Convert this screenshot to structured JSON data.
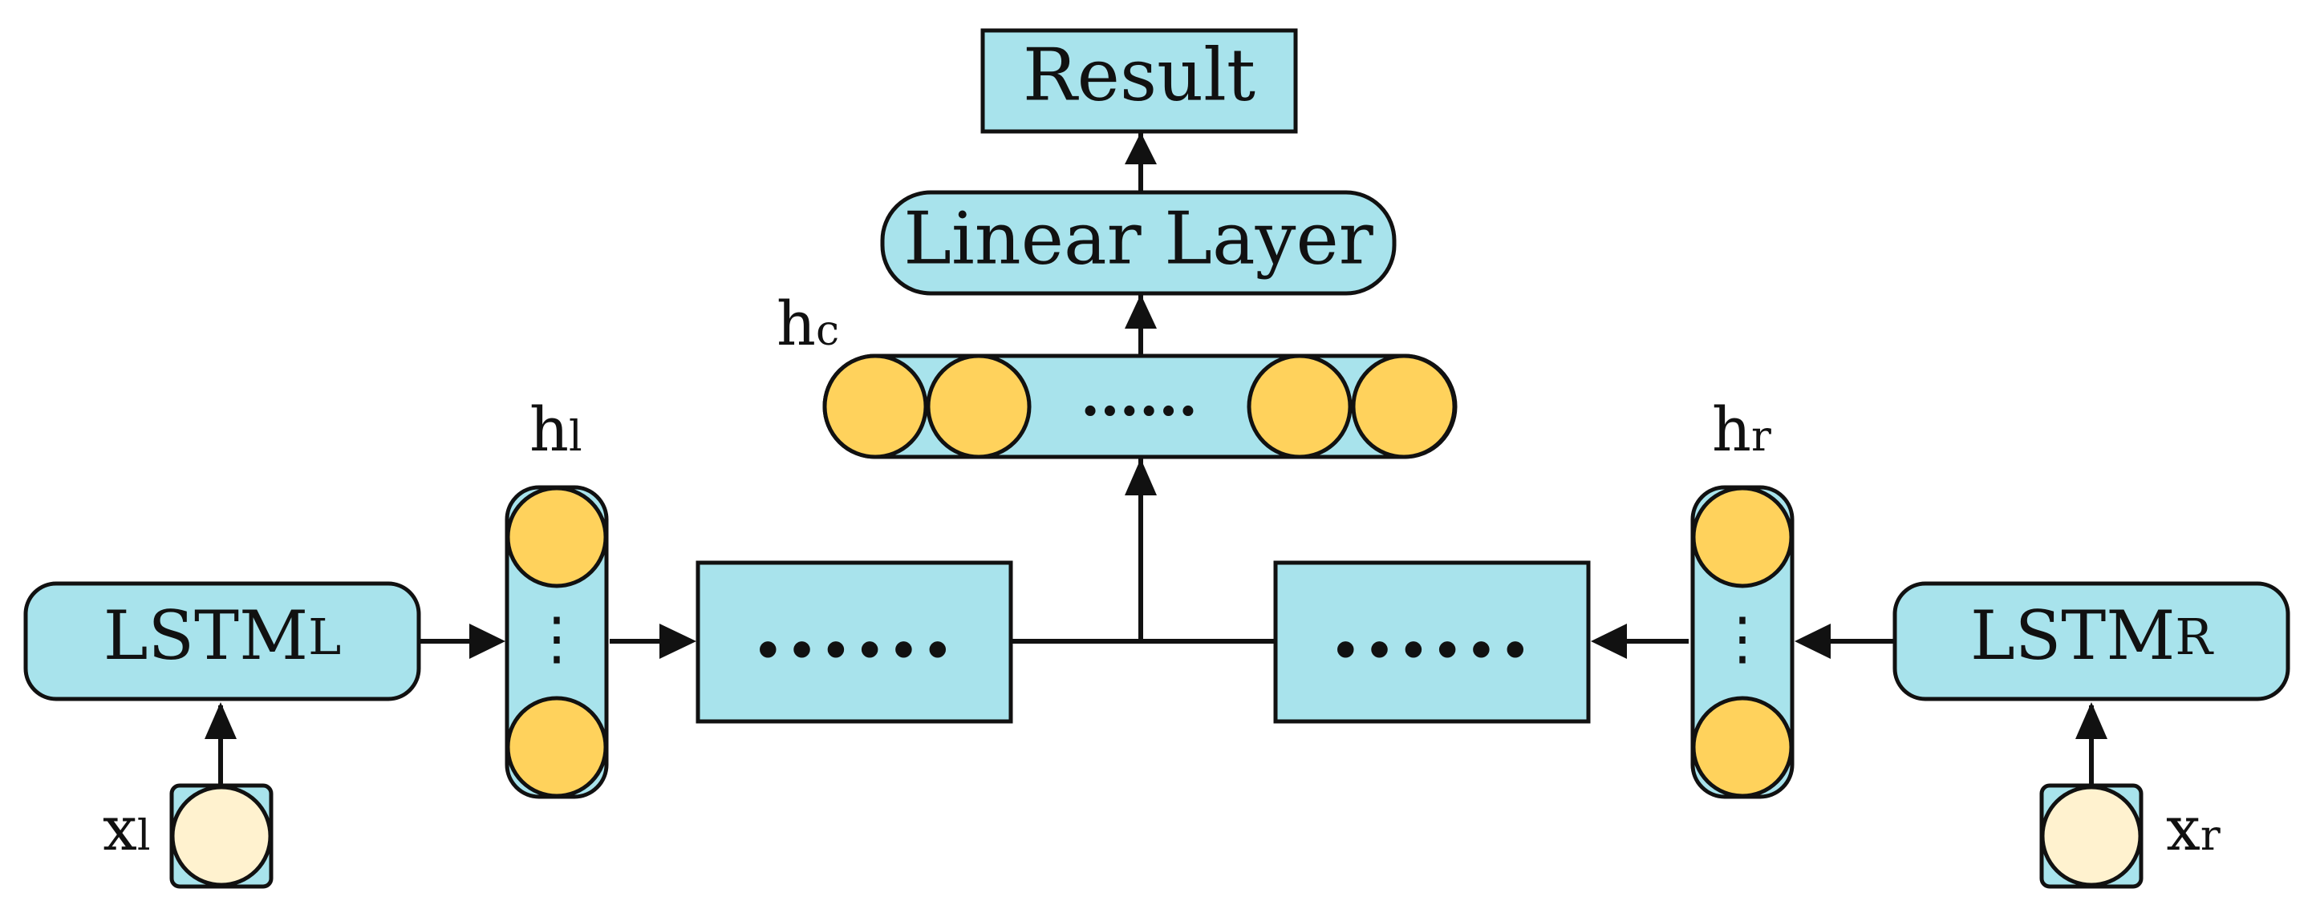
{
  "colors": {
    "box_fill": "#a8e3ec",
    "node_fill": "#ffd25c",
    "input_fill": "#fff2cf",
    "stroke": "#111111"
  },
  "diagram": {
    "result_label": "Result",
    "linear_layer_label": "Linear Layer",
    "hc_label": {
      "main": "h",
      "sub": "c"
    },
    "hc_dots": "......",
    "hl_label": {
      "main": "h",
      "sub": "l"
    },
    "hr_label": {
      "main": "h",
      "sub": "r"
    },
    "lstm_left": {
      "main": "LSTM",
      "sub": "L"
    },
    "lstm_right": {
      "main": "LSTM",
      "sub": "R"
    },
    "xl_label": {
      "main": "x",
      "sub": "l"
    },
    "xr_label": {
      "main": "x",
      "sub": "r"
    },
    "left_chain_dots": "......",
    "right_chain_dots": "......",
    "vertical_dots": "⋮"
  }
}
